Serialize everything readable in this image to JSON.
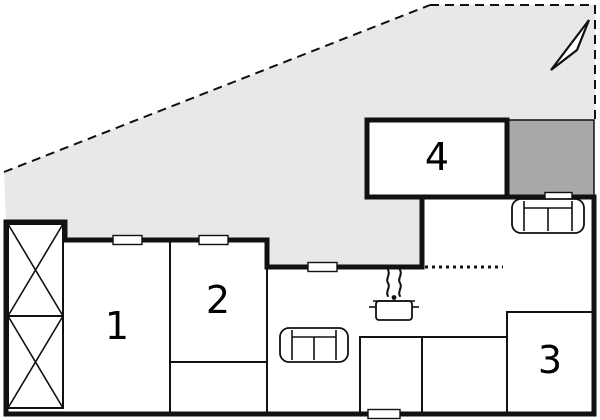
{
  "colors": {
    "background": "#ffffff",
    "terrace_fill": "#e8e8e8",
    "covered_terrace_fill": "#a8a8a8",
    "wall": "#111111"
  },
  "rooms": [
    {
      "name": "room-1",
      "label": "1"
    },
    {
      "name": "room-2",
      "label": "2"
    },
    {
      "name": "room-3",
      "label": "3"
    },
    {
      "name": "room-4",
      "label": "4"
    }
  ],
  "icons": [
    {
      "name": "north-arrow"
    },
    {
      "name": "sofa"
    },
    {
      "name": "sofa"
    },
    {
      "name": "stove-pot-with-steam"
    },
    {
      "name": "crossed-square"
    },
    {
      "name": "crossed-square"
    },
    {
      "name": "window"
    }
  ]
}
